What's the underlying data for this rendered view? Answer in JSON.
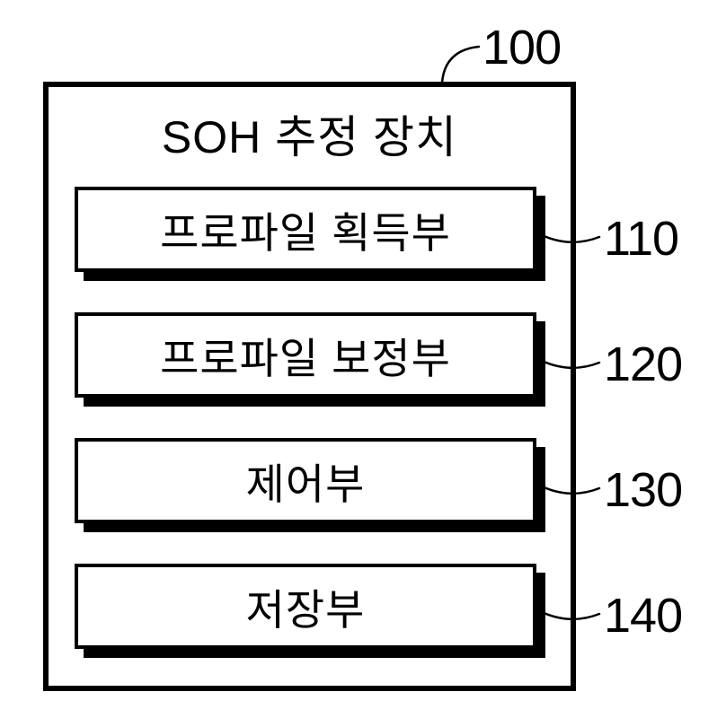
{
  "figure": {
    "device": {
      "ref": "100",
      "title": "SOH 추정 장치",
      "blocks": [
        {
          "label": "프로파일 획득부",
          "ref": "110"
        },
        {
          "label": "프로파일 보정부",
          "ref": "120"
        },
        {
          "label": "제어부",
          "ref": "130"
        },
        {
          "label": "저장부",
          "ref": "140"
        }
      ]
    },
    "colors": {
      "line": "#000000",
      "text": "#000000",
      "background": "#ffffff",
      "box_fill": "#ffffff",
      "box_shadow": "#000000"
    }
  }
}
